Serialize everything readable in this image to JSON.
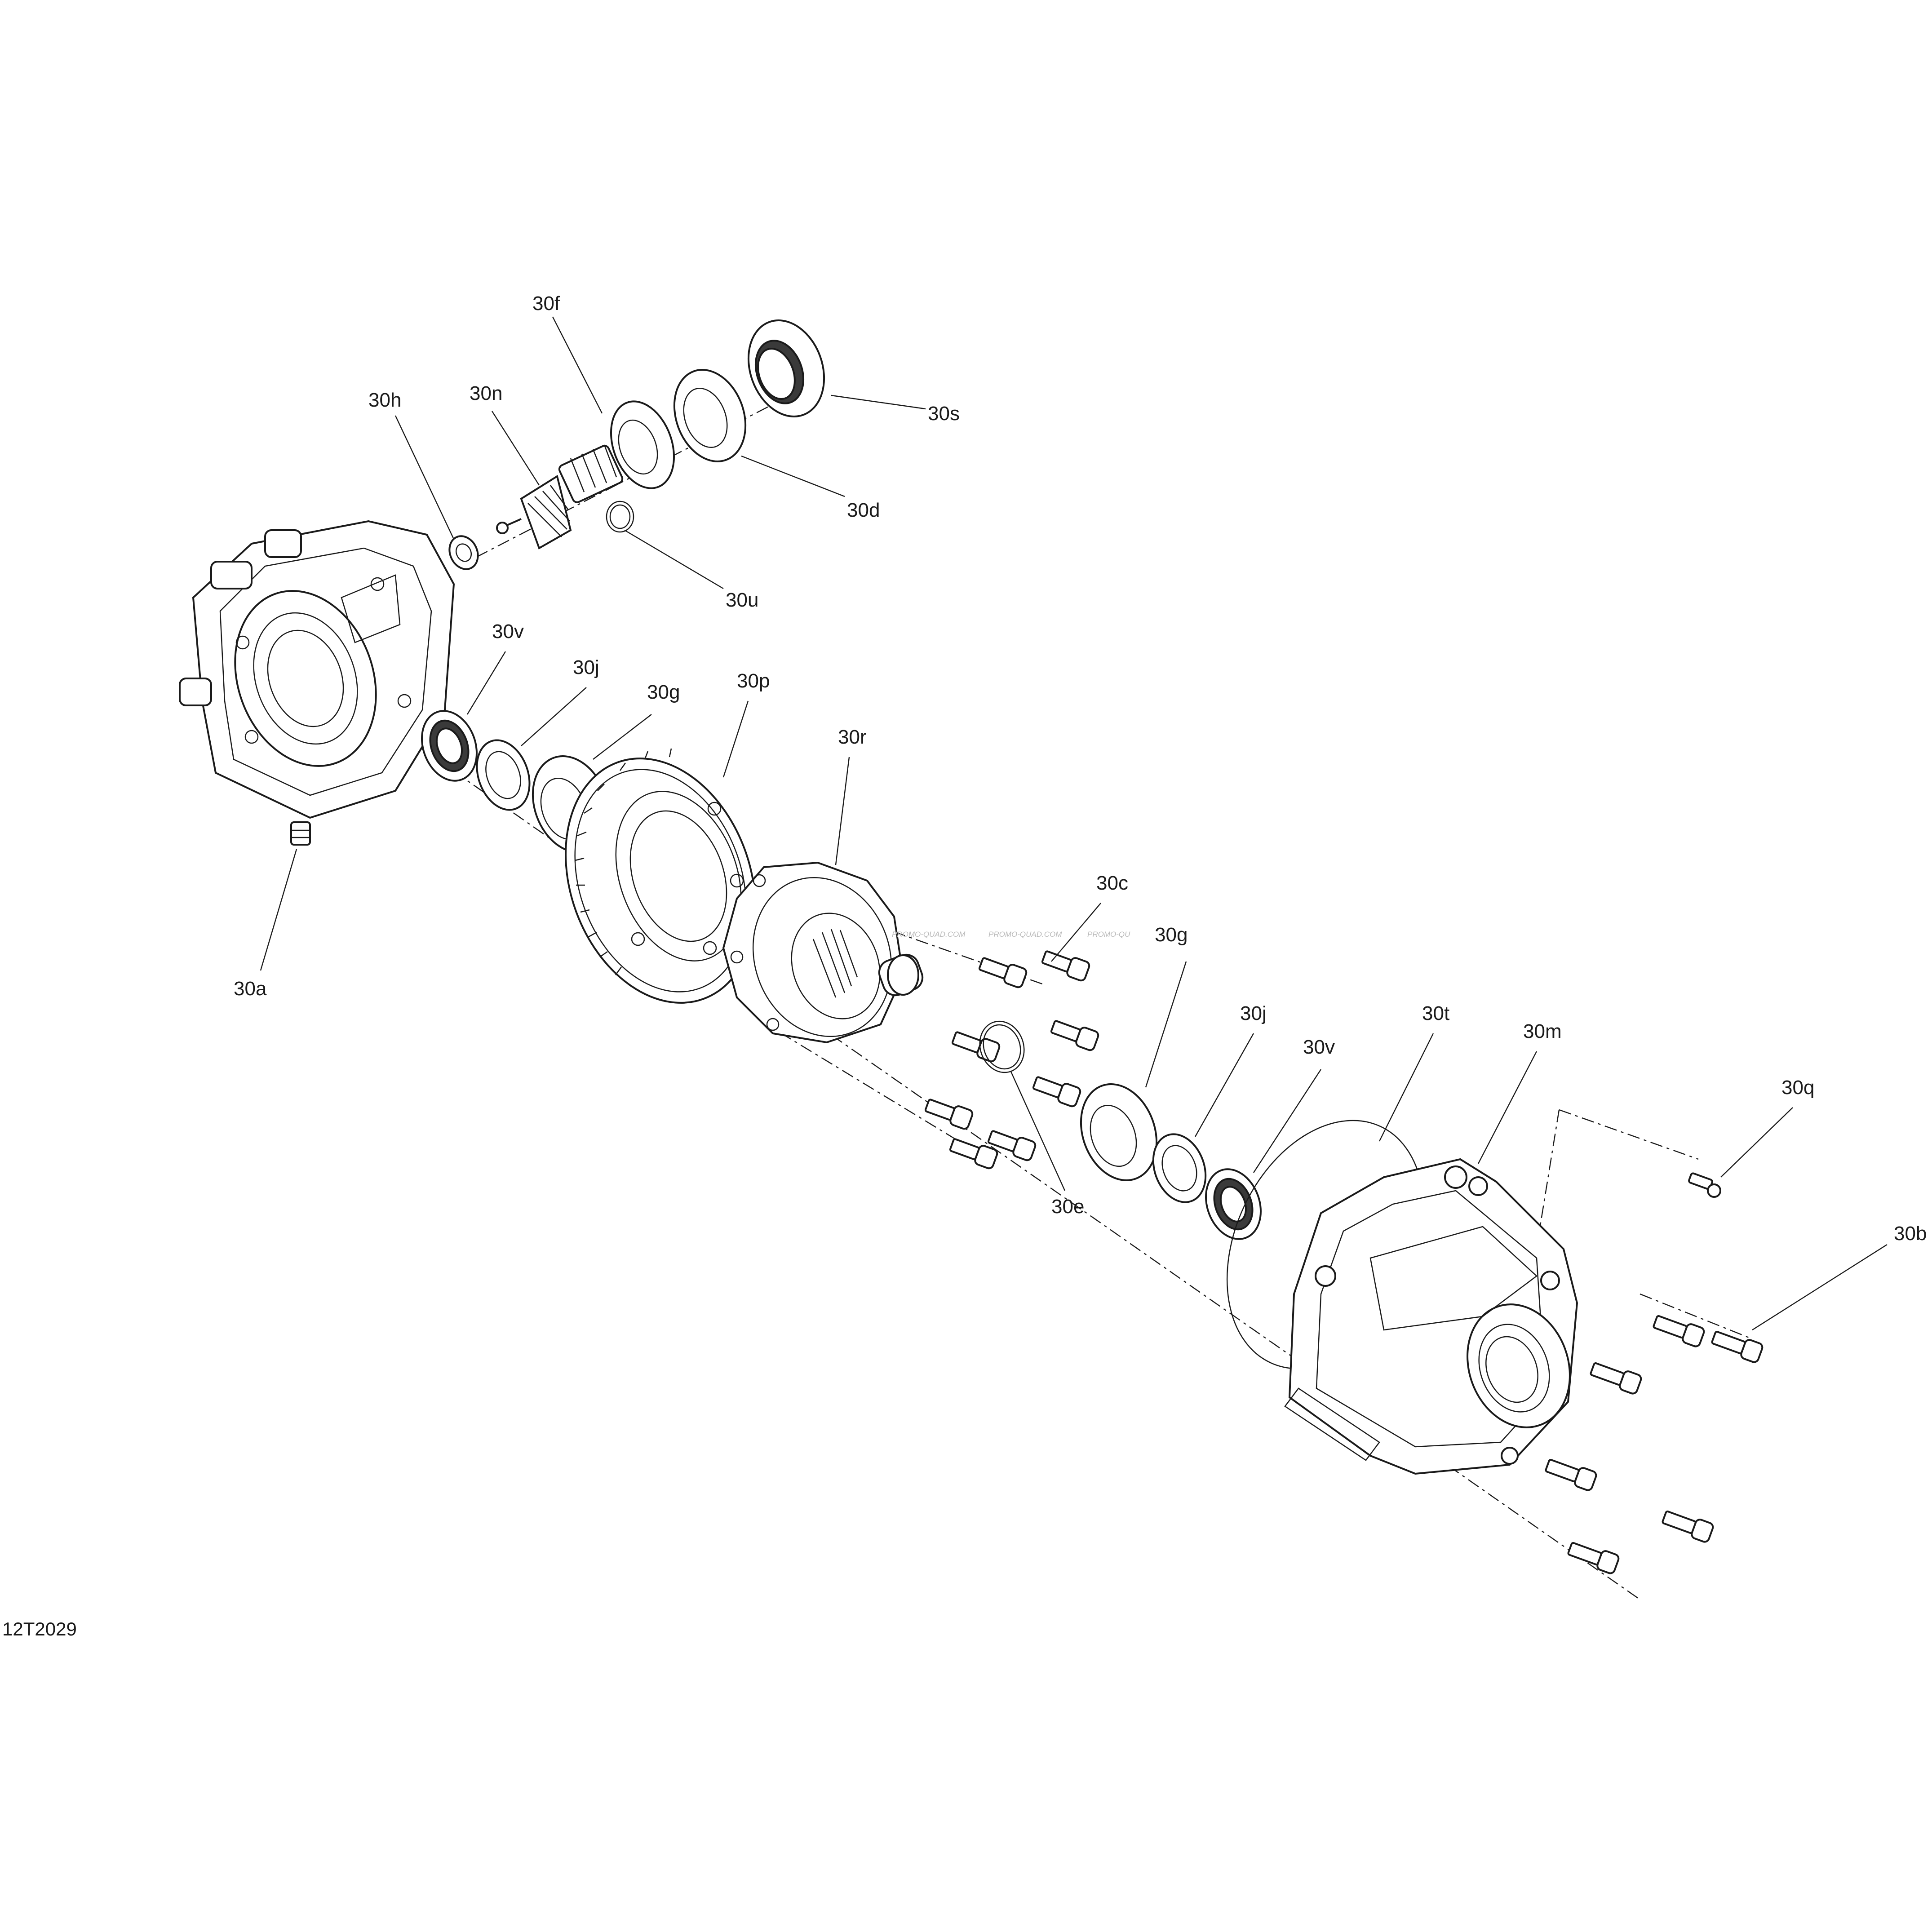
{
  "drawing_code": "12T2029",
  "watermark": [
    "PROMO-QUAD.COM",
    "PROMO-QUAD.COM",
    "PROMO-QU"
  ],
  "callouts": {
    "c30f": "30f",
    "c30h": "30h",
    "c30n": "30n",
    "c30s": "30s",
    "c30d": "30d",
    "c30u": "30u",
    "c30v_a": "30v",
    "c30j_a": "30j",
    "c30g_a": "30g",
    "c30p": "30p",
    "c30r": "30r",
    "c30a": "30a",
    "c30c": "30c",
    "c30g_b": "30g",
    "c30j_b": "30j",
    "c30v_b": "30v",
    "c30t": "30t",
    "c30m": "30m",
    "c30q": "30q",
    "c30b": "30b",
    "c30e": "30e"
  }
}
